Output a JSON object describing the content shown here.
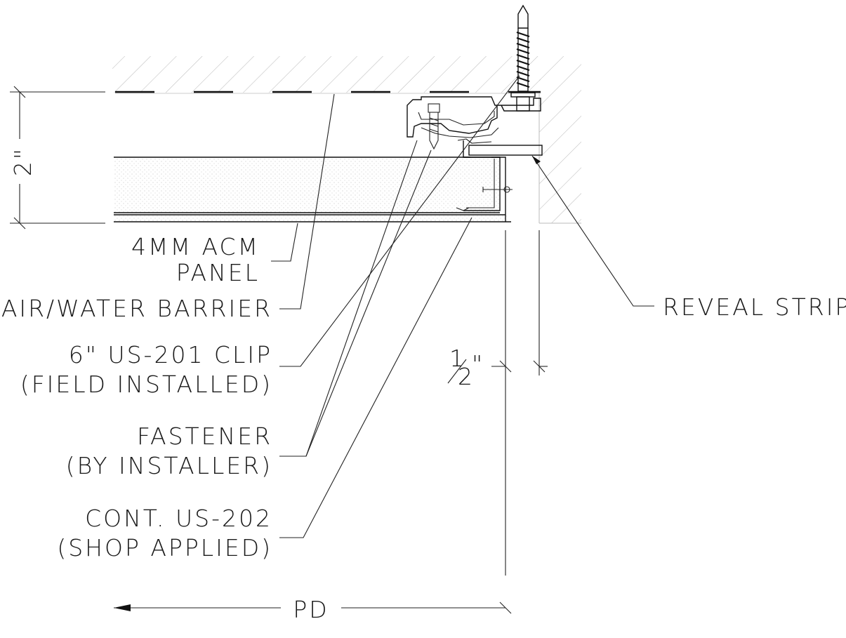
{
  "dimensions": {
    "height_label": "2\"",
    "reveal_label_whole": "1",
    "reveal_label_den": "2",
    "reveal_label_quote": "\"",
    "width_label": "PD"
  },
  "callouts": {
    "acm_panel_line1": "4MM ACM",
    "acm_panel_line2": "PANEL",
    "air_water_barrier": "AIR/WATER BARRIER",
    "clip_line1": "6\" US-201 CLIP",
    "clip_line2": "(FIELD INSTALLED)",
    "fastener_line1": "FASTENER",
    "fastener_line2": "(BY INSTALLER)",
    "cont_line1": "CONT. US-202",
    "cont_line2": "(SHOP APPLIED)",
    "reveal_strip": "REVEAL STRIP"
  }
}
